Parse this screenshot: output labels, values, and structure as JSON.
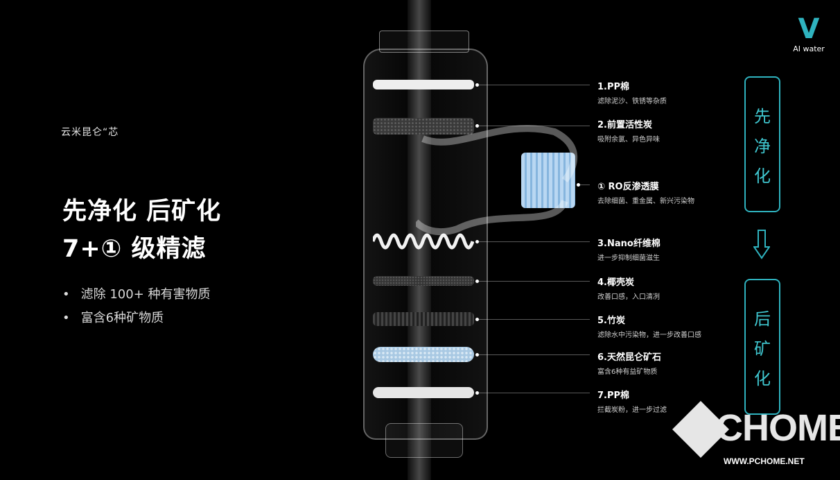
{
  "brand": {
    "title": "云米昆仑“芯"
  },
  "headline": {
    "line1": "先净化 后矿化",
    "line2": "7+① 级精滤"
  },
  "bullets": [
    "滤除 100+ 种有害物质",
    "富含6种矿物质"
  ],
  "layers": [
    {
      "title": "1.PP棉",
      "desc": "滤除泥沙、铁锈等杂质"
    },
    {
      "title": "2.前置活性炭",
      "desc": "吸附余氯、异色异味"
    },
    {
      "title": "① RO反渗透膜",
      "desc": "去除细菌、重金属、新兴污染物"
    },
    {
      "title": "3.Nano纤维棉",
      "desc": "进一步抑制细菌滋生"
    },
    {
      "title": "4.椰壳炭",
      "desc": "改善口感，入口清冽"
    },
    {
      "title": "5.竹炭",
      "desc": "滤除水中污染物，进一步改善口感"
    },
    {
      "title": "6.天然昆仑矿石",
      "desc": "富含6种有益矿物质"
    },
    {
      "title": "7.PP棉",
      "desc": "拦截炭粉，进一步过滤"
    }
  ],
  "side": {
    "top": [
      "先",
      "净",
      "化"
    ],
    "bottom": [
      "后",
      "矿",
      "化"
    ]
  },
  "logo": {
    "mark": "V",
    "text": "AI water"
  },
  "watermark": {
    "main": "PCHOME",
    "url": "WWW.PCHOME.NET"
  },
  "colors": {
    "accent": "#2fb3bf",
    "background": "#000000"
  }
}
